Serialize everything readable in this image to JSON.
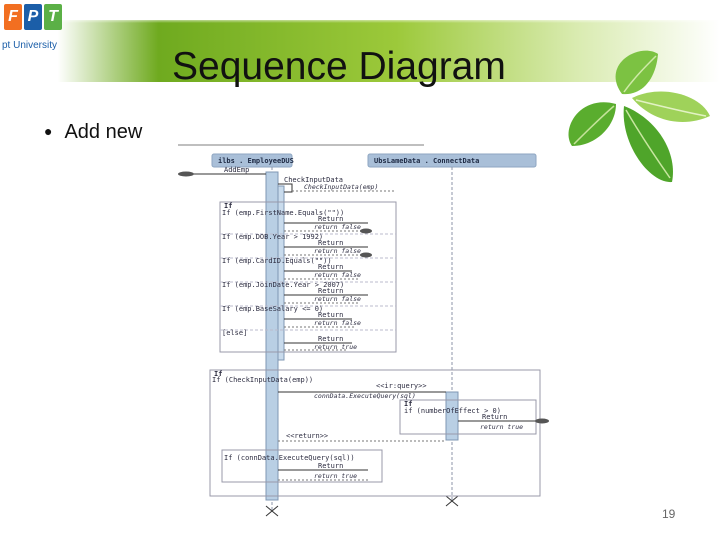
{
  "header": {
    "logo_letters": [
      "F",
      "P",
      "T"
    ],
    "logo_subtitle": "pt University",
    "title": "Sequence Diagram"
  },
  "colors": {
    "header_green": "#8bbd2b",
    "logo_orange": "#f26f21",
    "logo_blue": "#1b5ea8",
    "logo_green": "#5bb046",
    "activation": "#b9cfe4",
    "lifeline_head": "#a9bfd8"
  },
  "content": {
    "bullet": "Add new"
  },
  "diagram": {
    "lifelines": [
      {
        "label": "ilbs . EmployeeDUS"
      },
      {
        "label": "UbsLameData . ConnectData"
      }
    ],
    "messages": [
      {
        "label": "AddEmp"
      },
      {
        "label": "CheckInputData"
      },
      {
        "label": "CheckInputData(emp)"
      },
      {
        "label": "If (emp.FirstName.Equals(\"\"))"
      },
      {
        "label": "Return"
      },
      {
        "label": "return false"
      },
      {
        "label": "If (emp.DOB.Year > 1992)"
      },
      {
        "label": "Return"
      },
      {
        "label": "return false"
      },
      {
        "label": "If (emp.CardID.Equals(\"\"))"
      },
      {
        "label": "Return"
      },
      {
        "label": "return false"
      },
      {
        "label": "If (emp.JoinDate.Year > 2007)"
      },
      {
        "label": "Return"
      },
      {
        "label": "return false"
      },
      {
        "label": "If (emp.BaseSalary <= 0)"
      },
      {
        "label": "Return"
      },
      {
        "label": "return false"
      },
      {
        "label": "[else]"
      },
      {
        "label": "Return"
      },
      {
        "label": "return true"
      },
      {
        "label": "If (CheckInputData(emp))"
      },
      {
        "label": "<<ir:query>>"
      },
      {
        "label": "connData.ExecuteQuery(sql)"
      },
      {
        "label": "if (numberOfEffect > 0)"
      },
      {
        "label": "Return"
      },
      {
        "label": "return true"
      },
      {
        "label": "<<return>>"
      },
      {
        "label": "If (connData.ExecuteQuery(sql))"
      },
      {
        "label": "Return"
      },
      {
        "label": "return true"
      }
    ],
    "fragment_keywords": [
      "If",
      "If",
      "If"
    ]
  },
  "footer": {
    "page_number": "19"
  }
}
